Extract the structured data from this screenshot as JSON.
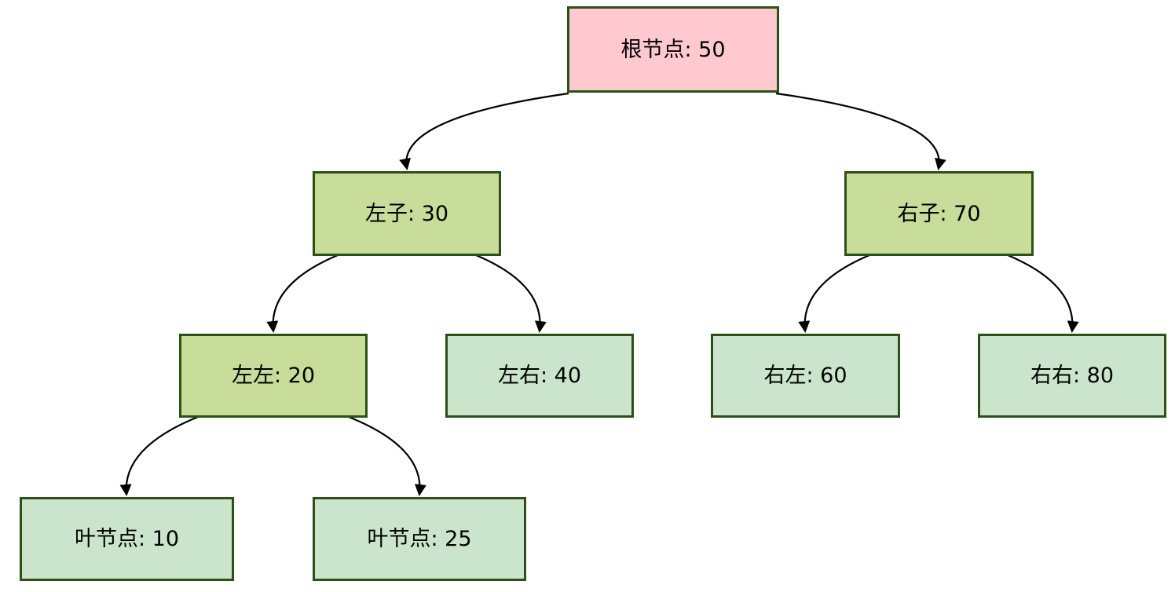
{
  "diagram": {
    "type": "binary-tree",
    "colors": {
      "root_fill": "#ffc9cf",
      "internal_fill": "#c9dd9a",
      "leaf_fill": "#cbe5cc",
      "border": "#2d5016",
      "edge_line": "#000000",
      "text": "#000000",
      "background": "#ffffff"
    },
    "nodes": {
      "root": {
        "label": "根节点: 50",
        "value": 50,
        "style": "root"
      },
      "left_child": {
        "label": "左子: 30",
        "value": 30,
        "style": "internal"
      },
      "right_child": {
        "label": "右子: 70",
        "value": 70,
        "style": "internal"
      },
      "left_left": {
        "label": "左左: 20",
        "value": 20,
        "style": "internal"
      },
      "left_right": {
        "label": "左右: 40",
        "value": 40,
        "style": "leaf"
      },
      "right_left": {
        "label": "右左: 60",
        "value": 60,
        "style": "leaf"
      },
      "right_right": {
        "label": "右右: 80",
        "value": 80,
        "style": "leaf"
      },
      "leaf_10": {
        "label": "叶节点: 10",
        "value": 10,
        "style": "leaf"
      },
      "leaf_25": {
        "label": "叶节点: 25",
        "value": 25,
        "style": "leaf"
      }
    },
    "edges": [
      {
        "from": "root",
        "to": "left_child"
      },
      {
        "from": "root",
        "to": "right_child"
      },
      {
        "from": "left_child",
        "to": "left_left"
      },
      {
        "from": "left_child",
        "to": "left_right"
      },
      {
        "from": "right_child",
        "to": "right_left"
      },
      {
        "from": "right_child",
        "to": "right_right"
      },
      {
        "from": "left_left",
        "to": "leaf_10"
      },
      {
        "from": "left_left",
        "to": "leaf_25"
      }
    ]
  }
}
